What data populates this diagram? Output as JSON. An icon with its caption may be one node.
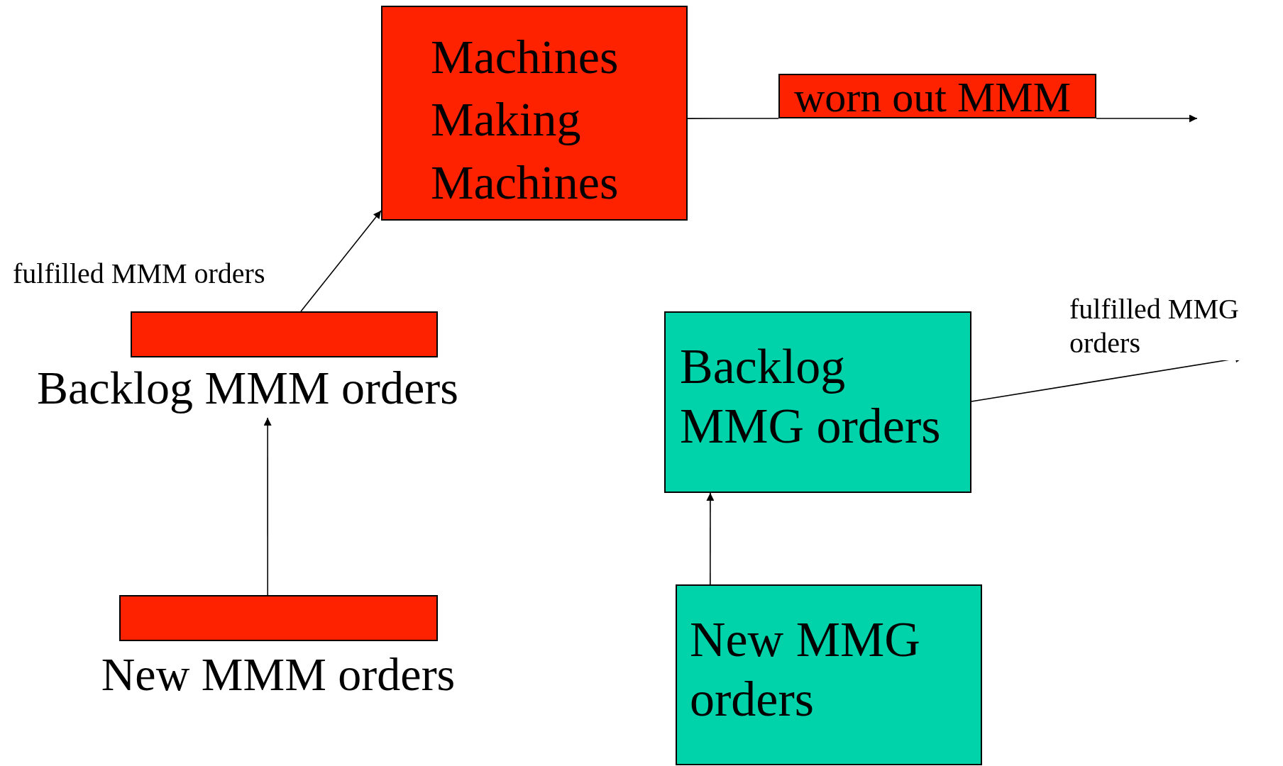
{
  "diagram": {
    "nodes": [
      {
        "text": [
          "Machines Making Machines"
        ]
      },
      {
        "text": [
          "worn out MMM"
        ]
      },
      {
        "text": [
          "Backlog MMM orders"
        ]
      },
      {
        "text": [
          "New MMM orders"
        ]
      },
      {
        "text": [
          "Backlog MMG orders"
        ]
      },
      {
        "text": [
          "New MMG orders"
        ]
      }
    ],
    "edges": [
      {
        "from": 0,
        "to": 1,
        "arrow": "none"
      },
      {
        "from": 1,
        "to": null,
        "arrow": "to"
      },
      {
        "from": 2,
        "to": 0,
        "arrow": "to",
        "label": "fulfilled MMM orders"
      },
      {
        "from": 3,
        "to": 2,
        "arrow": "to"
      },
      {
        "from": 5,
        "to": 4,
        "arrow": "to"
      },
      {
        "from": 4,
        "to": null,
        "arrow": "to",
        "label": "fulfilled MMG orders"
      }
    ]
  }
}
